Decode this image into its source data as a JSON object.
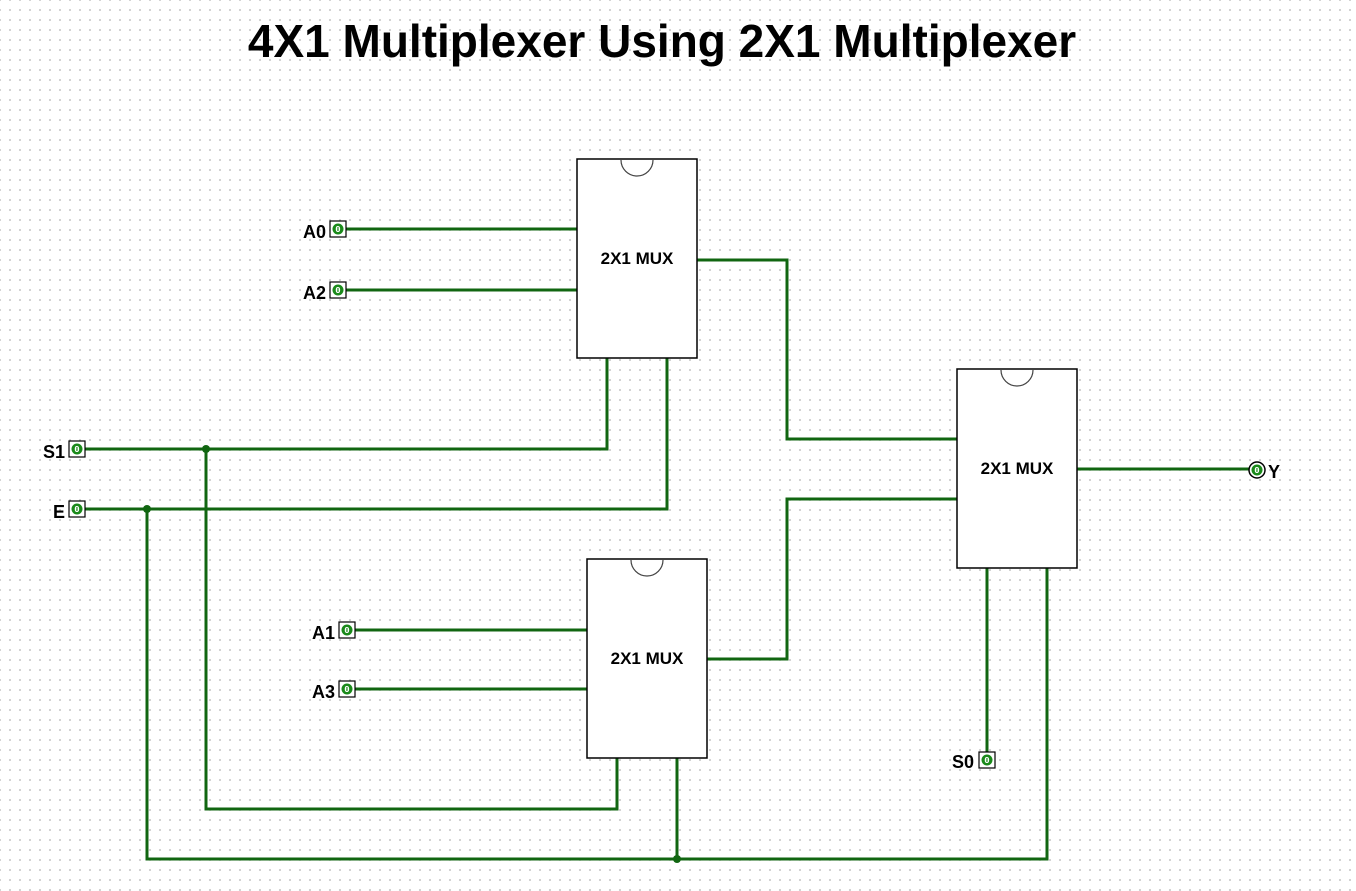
{
  "title": "4X1 Multiplexer Using 2X1 Multiplexer",
  "colors": {
    "wire": "#116611",
    "switch_on": "#1a8a1a",
    "chip_border": "#000000"
  },
  "chips": [
    {
      "id": "mux-top",
      "label": "2X1 MUX"
    },
    {
      "id": "mux-bottom",
      "label": "2X1 MUX"
    },
    {
      "id": "mux-final",
      "label": "2X1 MUX"
    }
  ],
  "inputs": [
    {
      "id": "a0",
      "label": "A0",
      "value": "0"
    },
    {
      "id": "a2",
      "label": "A2",
      "value": "0"
    },
    {
      "id": "s1",
      "label": "S1",
      "value": "0"
    },
    {
      "id": "e",
      "label": "E",
      "value": "0"
    },
    {
      "id": "a1",
      "label": "A1",
      "value": "0"
    },
    {
      "id": "a3",
      "label": "A3",
      "value": "0"
    },
    {
      "id": "s0",
      "label": "S0",
      "value": "0"
    }
  ],
  "output": {
    "id": "y",
    "label": "Y",
    "value": "0"
  }
}
